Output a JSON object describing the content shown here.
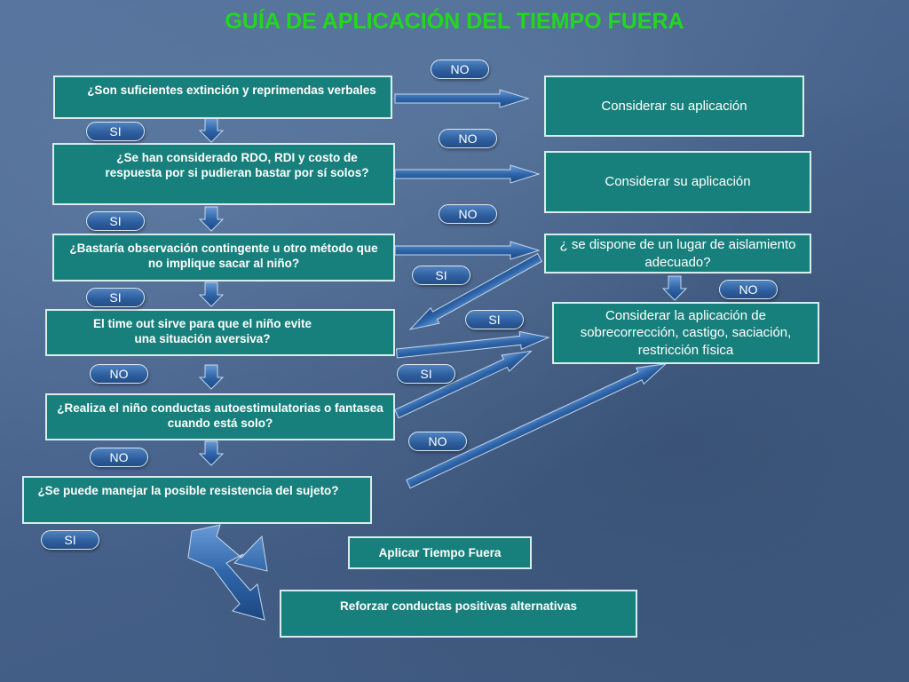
{
  "title": "GUÍA DE APLICACIÓN DEL TIEMPO FUERA",
  "questions": [
    "¿Son suficientes extinción y reprimendas verbales",
    "¿Se han considerado RDO, RDI y costo de respuesta por si pudieran bastar por sí solos?",
    "¿Bastaría observación contingente u otro método que no implique sacar al niño?",
    "El time out sirve para que el niño evite una situación aversiva?",
    "¿Realiza el niño conductas autoestimulatorias o fantasea cuando está solo?",
    "¿Se puede manejar la posible resistencia del sujeto?"
  ],
  "results": [
    "Considerar su aplicación",
    "Considerar su aplicación",
    "¿ se dispone de un lugar de aislamiento adecuado?",
    "Considerar la aplicación de sobrecorrección, castigo, saciación, restricción física"
  ],
  "outcomes": {
    "apply": "Aplicar Tiempo Fuera",
    "reinforce": "Reforzar conductas positivas alternativas"
  },
  "labels": {
    "no_1": "NO",
    "si_1": "SI",
    "no_2": "NO",
    "si_2": "SI",
    "no_3": "NO",
    "si_3": "SI",
    "si_4": "SI",
    "no_4": "NO",
    "si_5": "SI",
    "no_5": "NO",
    "si_6": "SI",
    "no_6": "NO",
    "no_7": "NO",
    "si_7": "SI"
  },
  "colors": {
    "title": "#22d81e",
    "box_fill": "#18807c",
    "box_border": "#d9ecec",
    "arrow_fill": "#2f66aa",
    "pill_fill": "#2f5f9e"
  }
}
